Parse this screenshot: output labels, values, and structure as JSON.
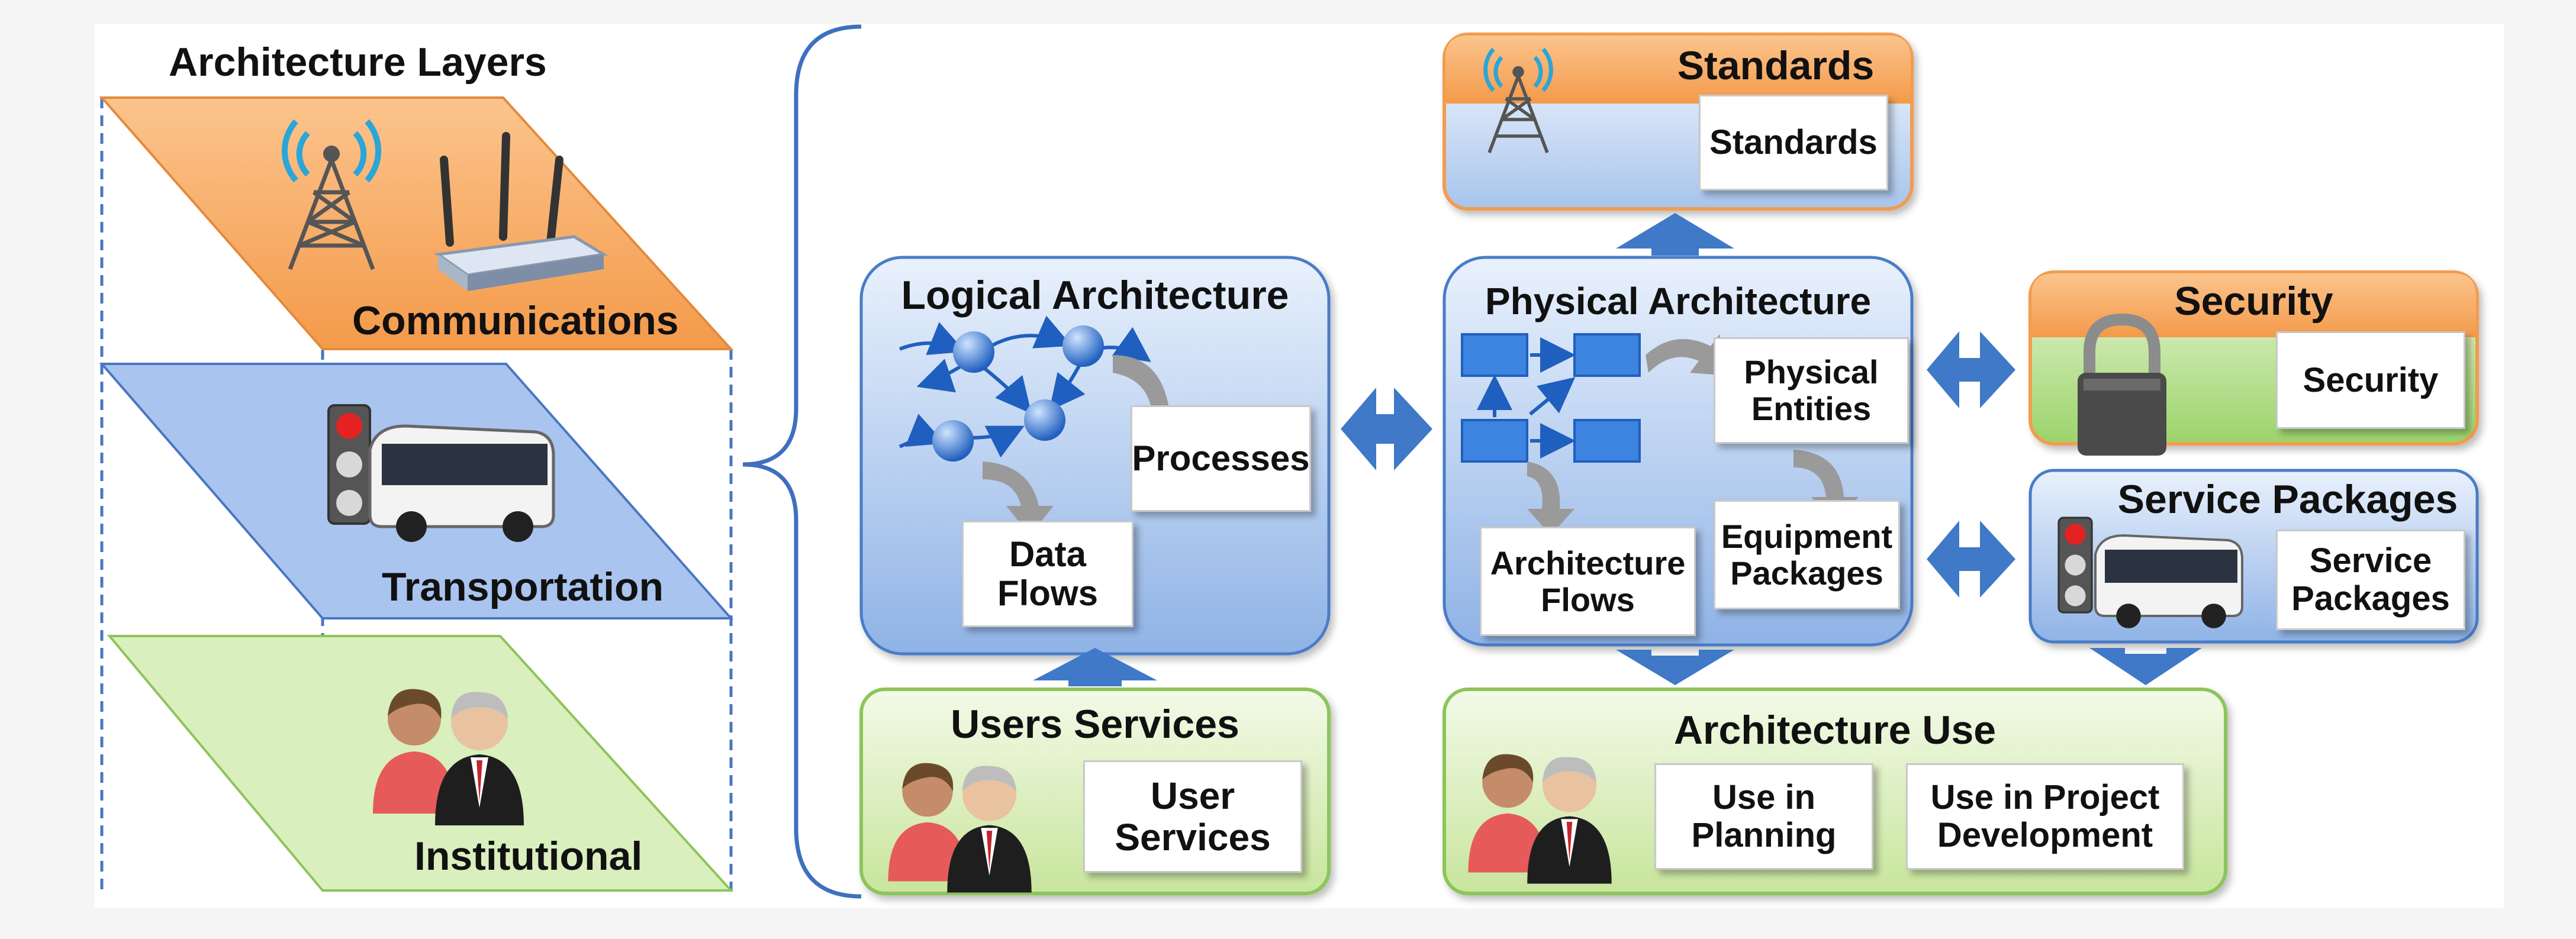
{
  "layers": {
    "title": "Architecture Layers",
    "communications": "Communications",
    "transportation": "Transportation",
    "institutional": "Institutional"
  },
  "logical": {
    "title": "Logical Architecture",
    "processes": "Processes",
    "data_flows": "Data Flows"
  },
  "physical": {
    "title": "Physical Architecture",
    "entities": "Physical Entities",
    "flows": "Architecture Flows",
    "packages": "Equipment Packages"
  },
  "standards": {
    "title": "Standards",
    "box": "Standards"
  },
  "security": {
    "title": "Security",
    "box": "Security"
  },
  "service_packages": {
    "title": "Service Packages",
    "box": "Service Packages"
  },
  "users_services": {
    "title": "Users Services",
    "box": "User Services"
  },
  "architecture_use": {
    "title": "Architecture Use",
    "planning": "Use in Planning",
    "project": "Use in Project Development"
  },
  "colors": {
    "orange": "#f7a050",
    "blue": "#8fb3e6",
    "green": "#c5e39a",
    "arrow": "#3f79c7"
  },
  "icons": [
    "radio-tower-icon",
    "wifi-router-icon",
    "traffic-light-icon",
    "bus-icon",
    "people-icon",
    "padlock-icon"
  ]
}
